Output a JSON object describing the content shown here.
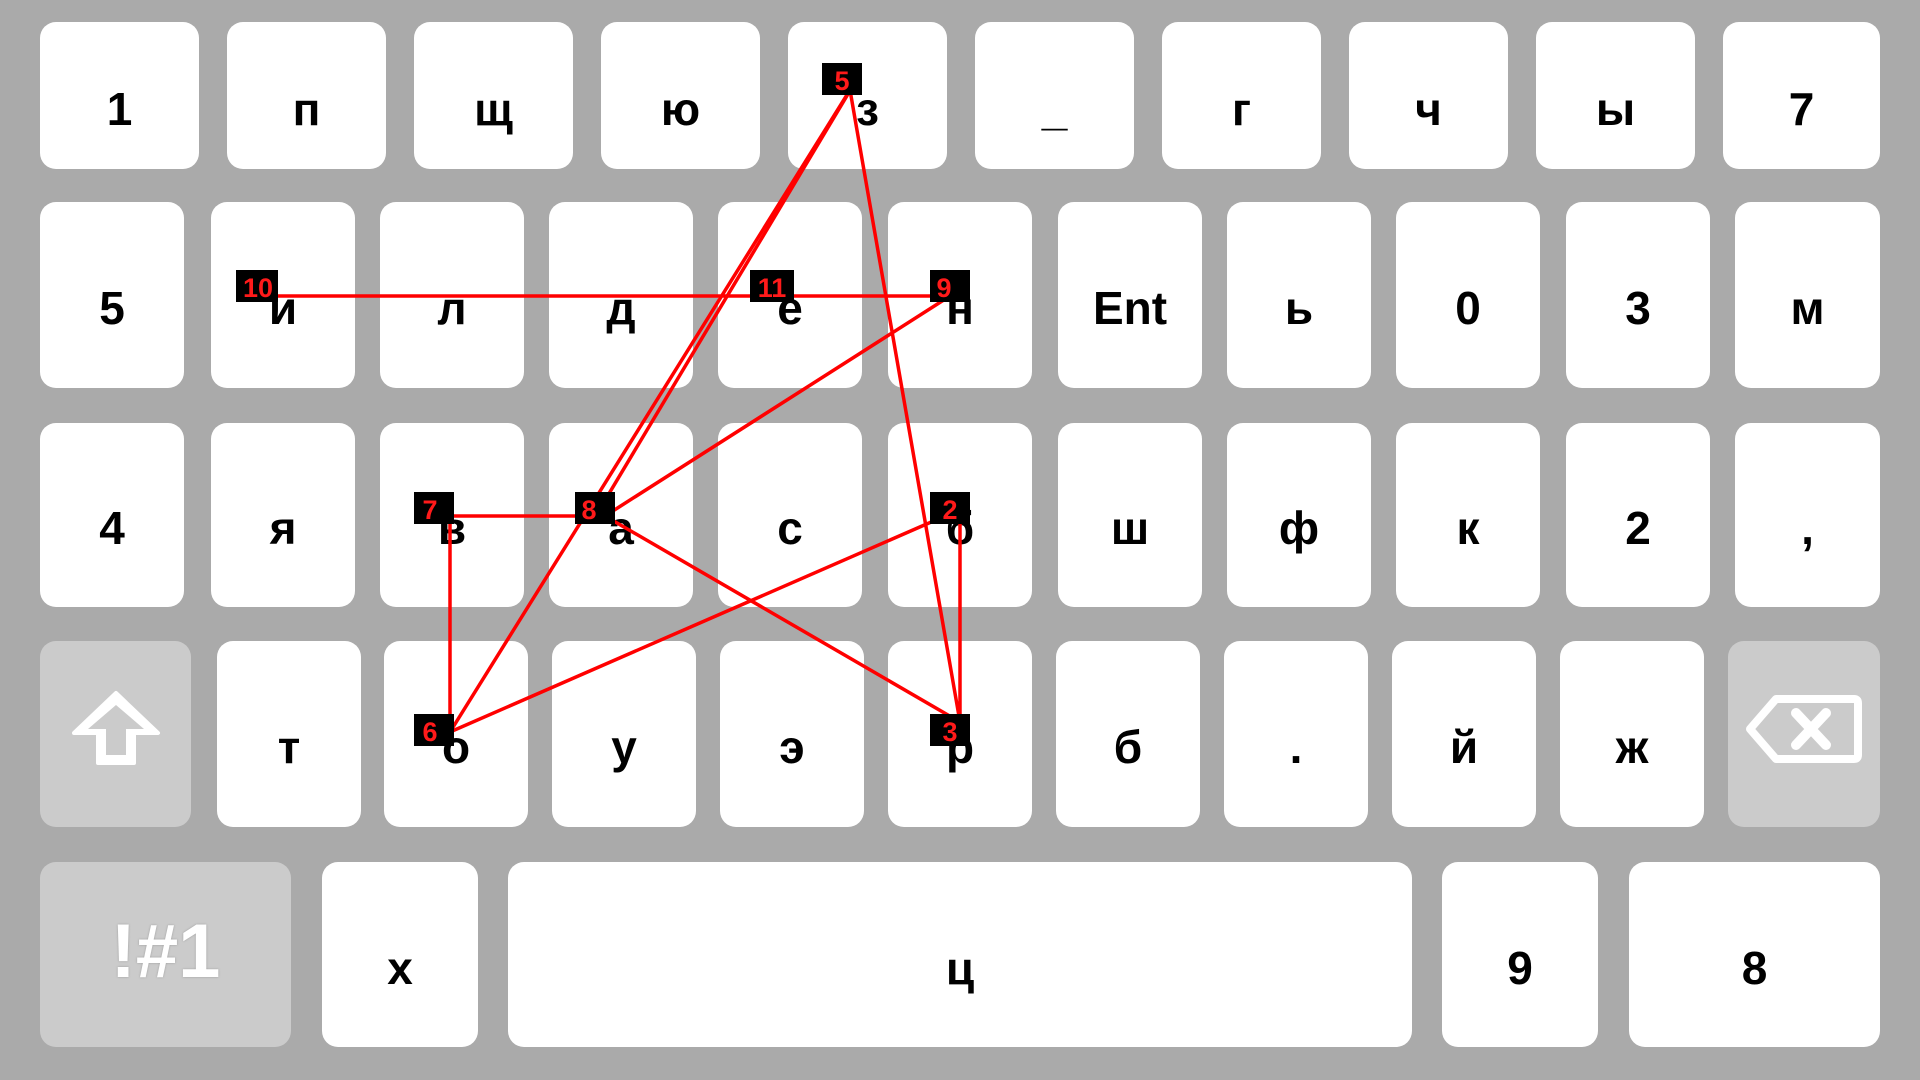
{
  "keyboard": {
    "rows": [
      [
        "1",
        "п",
        "щ",
        "ю",
        "з",
        "_",
        "г",
        "ч",
        "ы",
        "7"
      ],
      [
        "5",
        "и",
        "л",
        "д",
        "е",
        "н",
        "Ent",
        "ь",
        "0",
        "3",
        "м"
      ],
      [
        "4",
        "я",
        "в",
        "а",
        "с",
        "б",
        "ш",
        "ф",
        "к",
        "2",
        ","
      ],
      [
        "shift",
        "т",
        "о",
        "у",
        "э",
        "р",
        "б",
        ".",
        "й",
        "ж",
        "backspace"
      ],
      [
        "!#1",
        "х",
        "ц",
        "9",
        "8"
      ]
    ],
    "shift_icon": "shift-arrow-icon",
    "backspace_icon": "backspace-icon"
  },
  "swipe_path": {
    "color": "#ff0000",
    "marker_color": "#000000",
    "markers": [
      {
        "label": "2",
        "key": "б"
      },
      {
        "label": "3",
        "key": "р"
      },
      {
        "label": "5",
        "key": "з"
      },
      {
        "label": "6",
        "key": "о"
      },
      {
        "label": "7",
        "key": "в"
      },
      {
        "label": "8",
        "key": "а"
      },
      {
        "label": "9",
        "key": "н"
      },
      {
        "label": "10",
        "key": "и"
      },
      {
        "label": "11",
        "key": "е"
      }
    ]
  }
}
